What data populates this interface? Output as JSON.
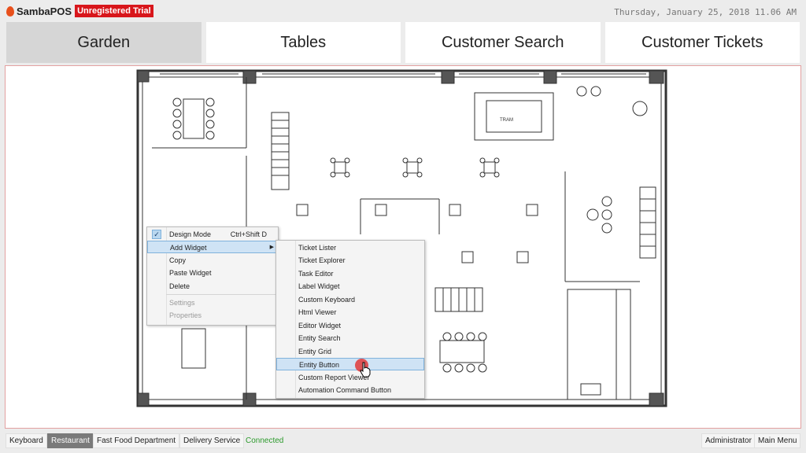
{
  "app": {
    "brand": "SambaPOS",
    "trial_badge": "Unregistered Trial",
    "datetime": "Thursday, January 25, 2018 11.06 AM"
  },
  "tabs": [
    {
      "label": "Garden",
      "active": true
    },
    {
      "label": "Tables",
      "active": false
    },
    {
      "label": "Customer Search",
      "active": false
    },
    {
      "label": "Customer Tickets",
      "active": false
    }
  ],
  "floorplan": {
    "label": "TRAM"
  },
  "context_menu": {
    "items": [
      {
        "label": "Design Mode",
        "shortcut": "Ctrl+Shift D",
        "checked": true
      },
      {
        "label": "Add Widget",
        "submenu": true,
        "highlighted": true
      },
      {
        "label": "Copy"
      },
      {
        "label": "Paste Widget"
      },
      {
        "label": "Delete"
      },
      {
        "label": "Settings",
        "disabled": true
      },
      {
        "label": "Properties",
        "disabled": true
      }
    ]
  },
  "widget_menu": {
    "items": [
      "Ticket Lister",
      "Ticket Explorer",
      "Task Editor",
      "Label Widget",
      "Custom Keyboard",
      "Html Viewer",
      "Editor Widget",
      "Entity Search",
      "Entity Grid",
      "Entity Button",
      "Custom Report Viewer",
      "Automation Command Button"
    ],
    "highlighted": "Entity Button"
  },
  "statusbar": {
    "left": [
      "Keyboard",
      "Restaurant",
      "Fast Food Department",
      "Delivery Service"
    ],
    "active": "Restaurant",
    "connection": "Connected",
    "user": "Administrator",
    "main_menu": "Main Menu"
  },
  "colors": {
    "accent_red": "#d8161b",
    "connected_green": "#2c9a2c",
    "menu_highlight": "#cfe3f5"
  }
}
